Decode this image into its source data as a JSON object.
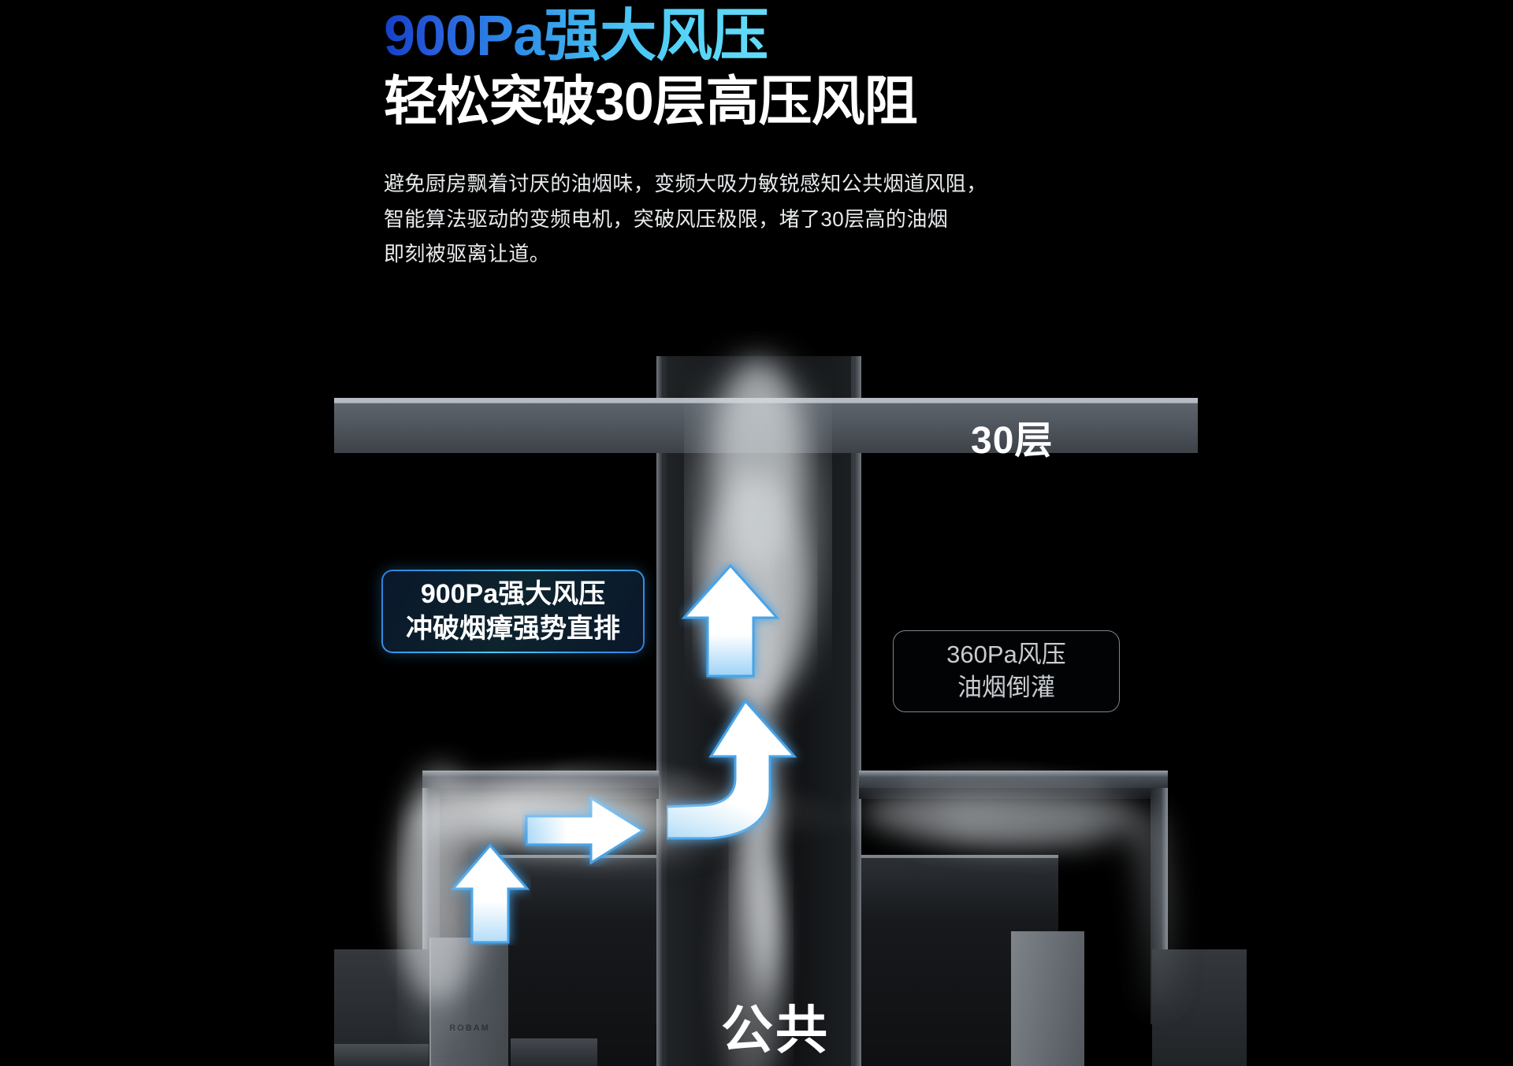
{
  "headline": {
    "line1": "900Pa强大风压",
    "line2": "轻松突破30层高压风阻"
  },
  "body": {
    "line1": "避免厨房飘着讨厌的油烟味，变频大吸力敏锐感知公共烟道风阻，",
    "line2": "智能算法驱动的变频电机，突破风压极限，堵了30层高的油烟",
    "line3": "即刻被驱离让道。"
  },
  "scene": {
    "floor_label": "30层",
    "duct_caption": "公共",
    "appliance_brand": "ROBAM"
  },
  "callouts": {
    "primary": {
      "line1": "900Pa强大风压",
      "line2": "冲破烟瘴强势直排"
    },
    "secondary": {
      "line1": "360Pa风压",
      "line2": "油烟倒灌"
    }
  },
  "colors": {
    "headline_gradient_start": "#1540c8",
    "headline_gradient_end": "#63dcf9",
    "arrow_fill": "#ffffff",
    "arrow_glow": "#3f9fe8",
    "background": "#000000",
    "slab": "#4e545b",
    "callout_border": "#49c8f2",
    "callout_secondary_border": "#7e858c"
  },
  "arrows": [
    {
      "name": "up-arrow-shaft-upper",
      "direction": "up"
    },
    {
      "name": "elbow-arrow-turn-up",
      "direction": "turn-up"
    },
    {
      "name": "right-arrow-duct",
      "direction": "right"
    },
    {
      "name": "up-arrow-hood-intake",
      "direction": "up"
    }
  ]
}
